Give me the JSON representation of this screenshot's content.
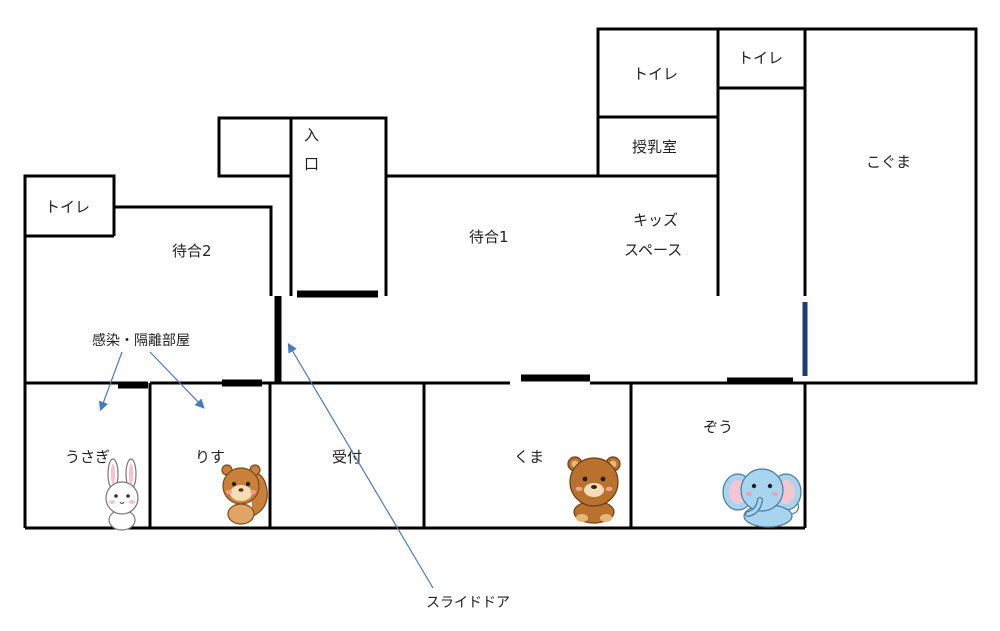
{
  "rooms": {
    "toilet_left": "トイレ",
    "waiting2": "待合2",
    "entrance_1": "入",
    "entrance_2": "口",
    "waiting1": "待合1",
    "toilet_mid": "トイレ",
    "toilet_right": "トイレ",
    "nursing": "授乳室",
    "kids_1": "キッズ",
    "kids_2": "スペース",
    "koguma": "こぐま",
    "usagi": "うさぎ",
    "risu": "りす",
    "reception": "受付",
    "kuma": "くま",
    "zou": "ぞう"
  },
  "notes": {
    "isolation": "感染・隔離部屋",
    "slide_door": "スライドドア"
  },
  "icons": [
    "rabbit-icon",
    "squirrel-icon",
    "bear-icon",
    "elephant-icon"
  ],
  "colors": {
    "wall": "#000000",
    "arrow": "#4a78c8",
    "blue_door": "#1f3b73",
    "bear": "#b8722e",
    "squirrel": "#c8803a",
    "elephant": "#a8d4f0"
  }
}
